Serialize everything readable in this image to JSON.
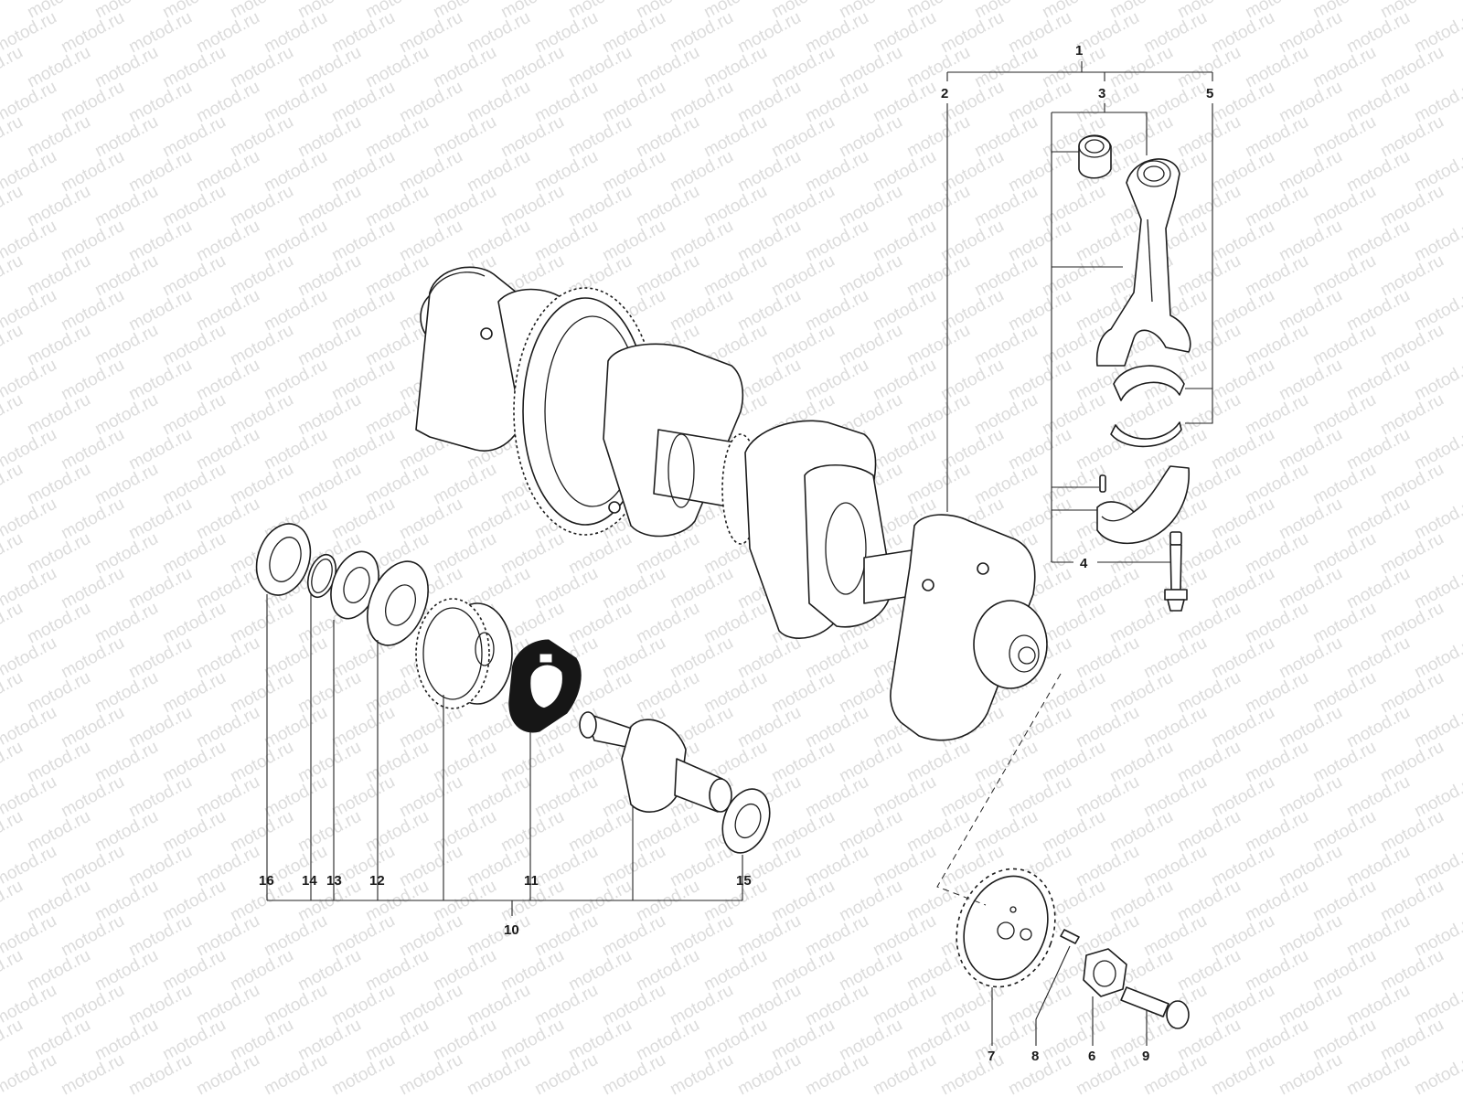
{
  "watermark": {
    "text": "motod.ru"
  },
  "callouts": [
    {
      "id": "c1",
      "text": "1"
    },
    {
      "id": "c2",
      "text": "2"
    },
    {
      "id": "c3",
      "text": "3"
    },
    {
      "id": "c4",
      "text": "4"
    },
    {
      "id": "c5",
      "text": "5"
    },
    {
      "id": "c6",
      "text": "6"
    },
    {
      "id": "c7",
      "text": "7"
    },
    {
      "id": "c8",
      "text": "8"
    },
    {
      "id": "c9",
      "text": "9"
    },
    {
      "id": "c10",
      "text": "10"
    },
    {
      "id": "c11",
      "text": "11"
    },
    {
      "id": "c12",
      "text": "12"
    },
    {
      "id": "c13",
      "text": "13"
    },
    {
      "id": "c14",
      "text": "14"
    },
    {
      "id": "c15",
      "text": "15"
    },
    {
      "id": "c16",
      "text": "16"
    }
  ]
}
